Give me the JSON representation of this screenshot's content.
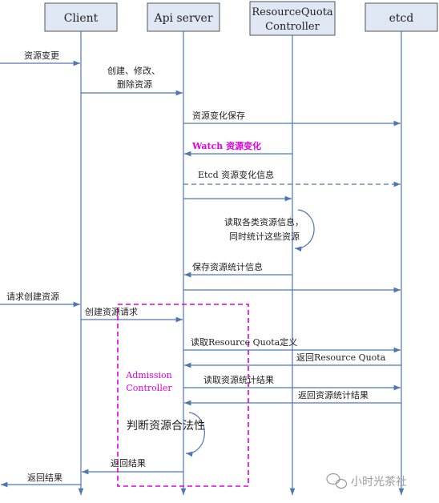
{
  "participants": [
    {
      "id": "client",
      "label": "Client"
    },
    {
      "id": "api",
      "label": "Api server"
    },
    {
      "id": "rqc",
      "label_line1": "ResourceQuota",
      "label_line2": "Controller"
    },
    {
      "id": "etcd",
      "label": "etcd"
    }
  ],
  "messages": {
    "m1": "资源变更",
    "m2_line1": "创建、修改、",
    "m2_line2": "删除资源",
    "m3": "资源变化保存",
    "m4": "Watch 资源变化",
    "m5": "Etcd 资源变化信息",
    "m6_line1": "读取各类资源信息，",
    "m6_line2": "同时统计这些资源",
    "m7": "保存资源统计信息",
    "m8": "请求创建资源",
    "m9": "创建资源请求",
    "m10": "读取Resource Quota定义",
    "m11": "返回Resource Quota",
    "m12": "读取资源统计结果",
    "m13": "返回资源统计结果",
    "m14": "判断资源合法性",
    "m15": "返回结果",
    "m16": "返回结果"
  },
  "admission_box": {
    "line1": "Admission",
    "line2": "Controller"
  },
  "watermark": "小时光茶社",
  "colors": {
    "line": "#4f77b5",
    "magenta": "#e000e0",
    "text": "#222222"
  }
}
